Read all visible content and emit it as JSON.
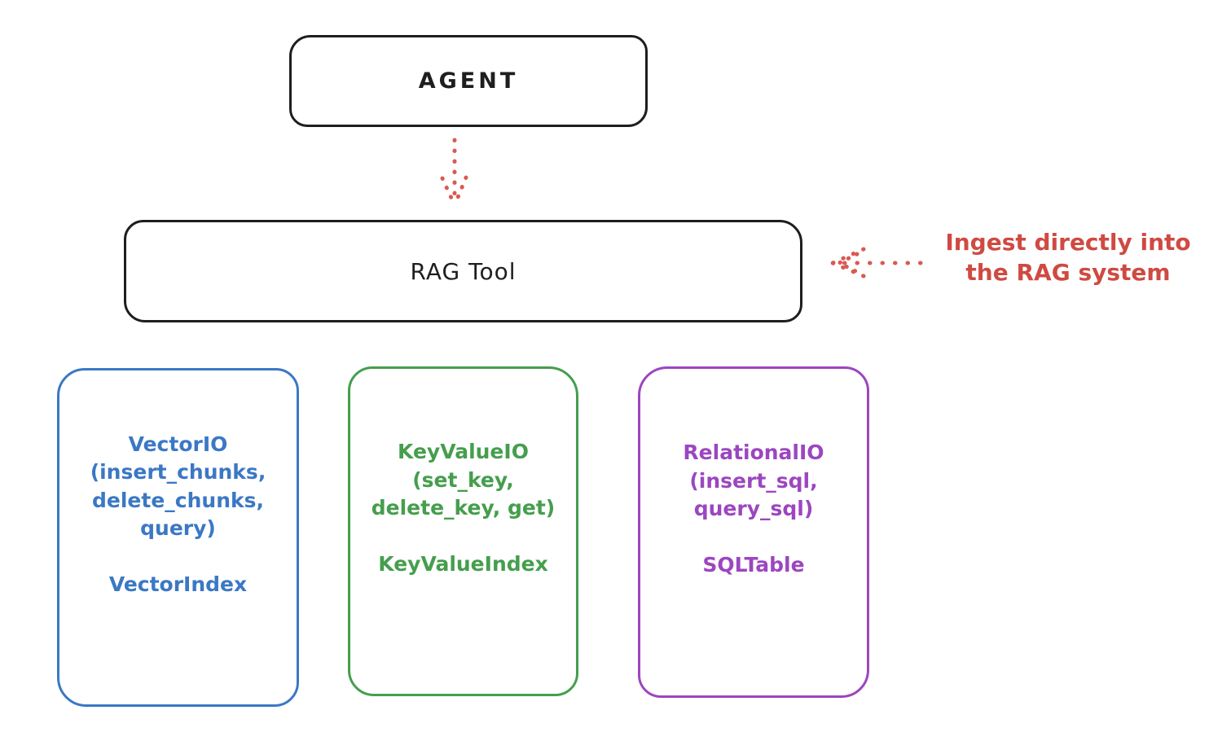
{
  "colors": {
    "ink": "#1e1e1e",
    "arrow_red": "#d85a51",
    "annotation_red": "#cf4a42",
    "vector_blue": "#3b78c4",
    "keyvalue_green": "#459e4d",
    "relational_purple": "#9c46c0",
    "background": "#ffffff"
  },
  "agent": {
    "label": "AGENT"
  },
  "rag_tool": {
    "label": "RAG Tool"
  },
  "annotation": {
    "text": "Ingest directly into\nthe RAG system"
  },
  "stores": [
    {
      "id": "vector-io",
      "methods": "VectorIO\n(insert_chunks,\ndelete_chunks,\nquery)",
      "index": "VectorIndex",
      "color": "#3b78c4"
    },
    {
      "id": "key-value-io",
      "methods": "KeyValueIO\n(set_key,\ndelete_key, get)",
      "index": "KeyValueIndex",
      "color": "#459e4d"
    },
    {
      "id": "relational-io",
      "methods": "RelationalIO\n(insert_sql,\nquery_sql)",
      "index": "SQLTable",
      "color": "#9c46c0"
    }
  ],
  "arrows": [
    {
      "name": "agent-to-rag-tool",
      "style": "dotted",
      "direction": "down",
      "color": "#d85a51"
    },
    {
      "name": "annotation-to-rag-tool",
      "style": "dotted",
      "direction": "left",
      "color": "#d85a51"
    }
  ]
}
